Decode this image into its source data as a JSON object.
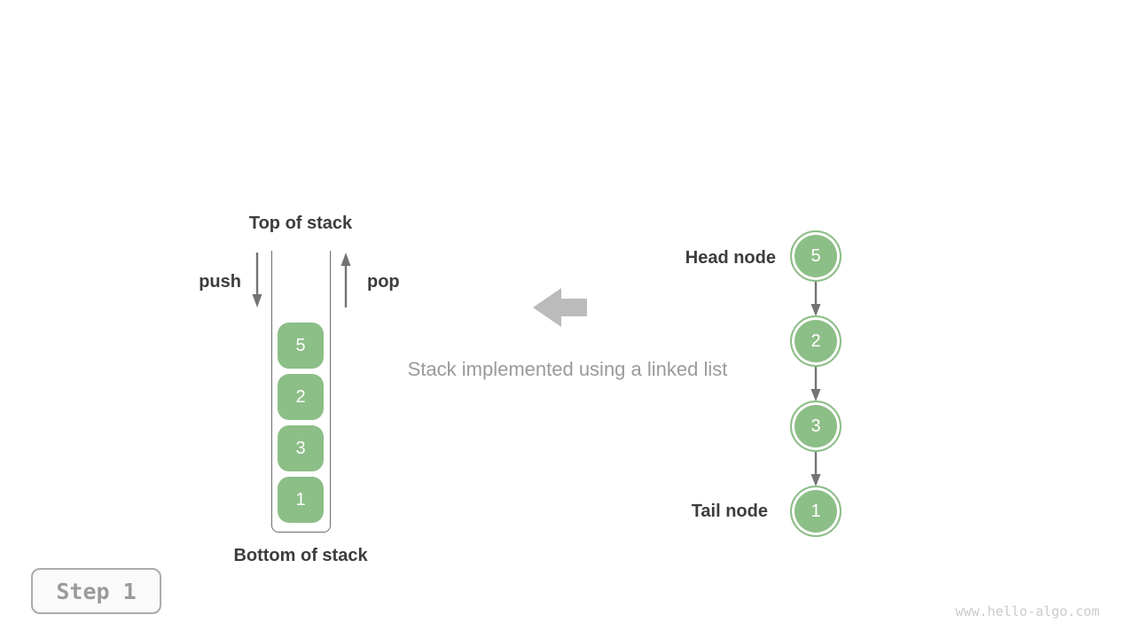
{
  "colors": {
    "node_green": "#8CBE87",
    "arrow_gray": "#737373",
    "block_arrow_gray": "#BBBBBB",
    "text_dark": "#3D3D3D",
    "caption_gray": "#9A9A9A",
    "step_text_gray": "#9B9B9B",
    "watermark_gray": "#CBCBCB"
  },
  "stack": {
    "title": "Top of stack",
    "bottom_label": "Bottom of stack",
    "push_label": "push",
    "pop_label": "pop",
    "values": [
      "5",
      "2",
      "3",
      "1"
    ]
  },
  "caption": {
    "text": "Stack implemented using a linked list"
  },
  "linked_list": {
    "head_label": "Head node",
    "tail_label": "Tail node",
    "values": [
      "5",
      "2",
      "3",
      "1"
    ]
  },
  "step_badge": {
    "label": "Step 1"
  },
  "watermark": {
    "text": "www.hello-algo.com"
  }
}
